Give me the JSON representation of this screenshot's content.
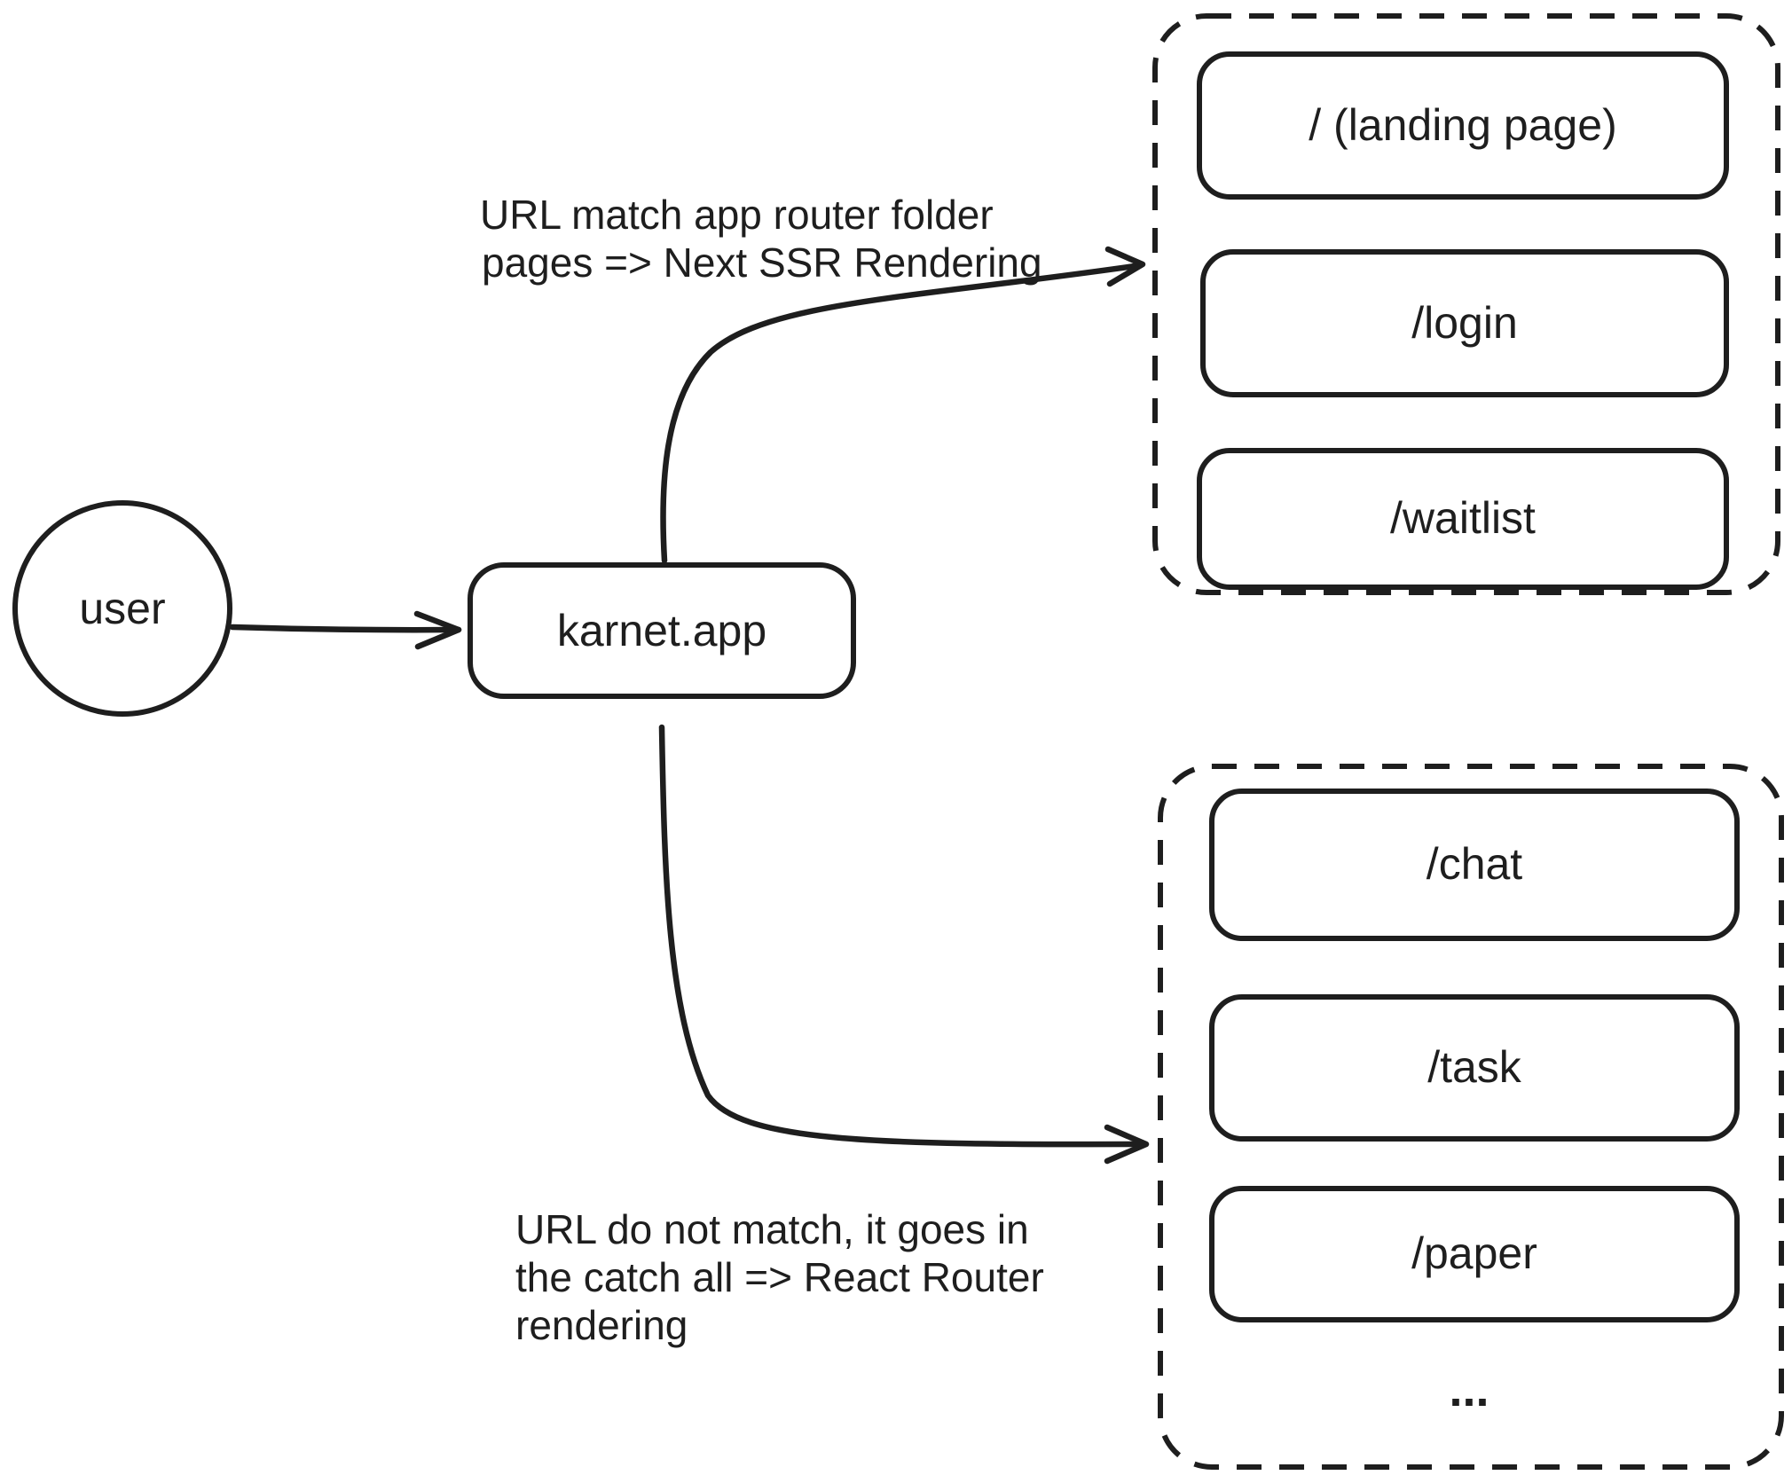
{
  "colors": {
    "stroke": "#1e1e1e",
    "background": "#ffffff"
  },
  "nodes": {
    "user": {
      "label": "user"
    },
    "app": {
      "label": "karnet.app"
    }
  },
  "annotations": {
    "ssr": {
      "lines": [
        "URL match app router folder",
        "pages => Next SSR Rendering"
      ]
    },
    "catch_all": {
      "lines": [
        "URL do not match, it goes in",
        "the catch all => React Router",
        "rendering"
      ]
    }
  },
  "ssr_routes": {
    "items": [
      "/ (landing page)",
      "/login",
      "/waitlist"
    ]
  },
  "spa_routes": {
    "items": [
      "/chat",
      "/task",
      "/paper"
    ],
    "more_label": "..."
  }
}
